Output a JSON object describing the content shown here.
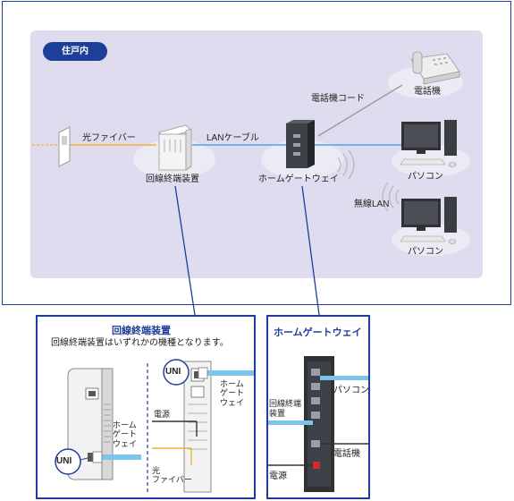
{
  "room_label": "住戸内",
  "labels": {
    "fiber": "光ファイバー",
    "lan_cable": "LANケーブル",
    "phone_cord": "電話機コード",
    "phone": "電話機",
    "pc1": "パソコン",
    "pc2": "パソコン",
    "wireless_lan": "無線LAN",
    "ont": "回線終端装置",
    "hgw": "ホームゲートウェイ"
  },
  "left_panel": {
    "title": "回線終端装置",
    "note": "回線終端装置はいずれかの機種となります。",
    "uni_a": "UNI",
    "uni_b": "UNI",
    "hgw_label_a": "ホーム\nゲート\nウェイ",
    "hgw_label_b": "ホーム\nゲート\nウェイ",
    "power": "電源",
    "fiber": "光\nファイバー"
  },
  "right_panel": {
    "title": "ホームゲートウェイ",
    "pc": "パソコン",
    "ont": "回線終端\n装置",
    "phone": "電話機",
    "power": "電源"
  },
  "colors": {
    "frame": "#1f3f9a",
    "room_bg": "#dedcee",
    "fiber_line": "#f0b43c",
    "lan_line": "#5aa0e0",
    "cable_blue": "#7ec4ea",
    "power_red": "#d0282c"
  }
}
